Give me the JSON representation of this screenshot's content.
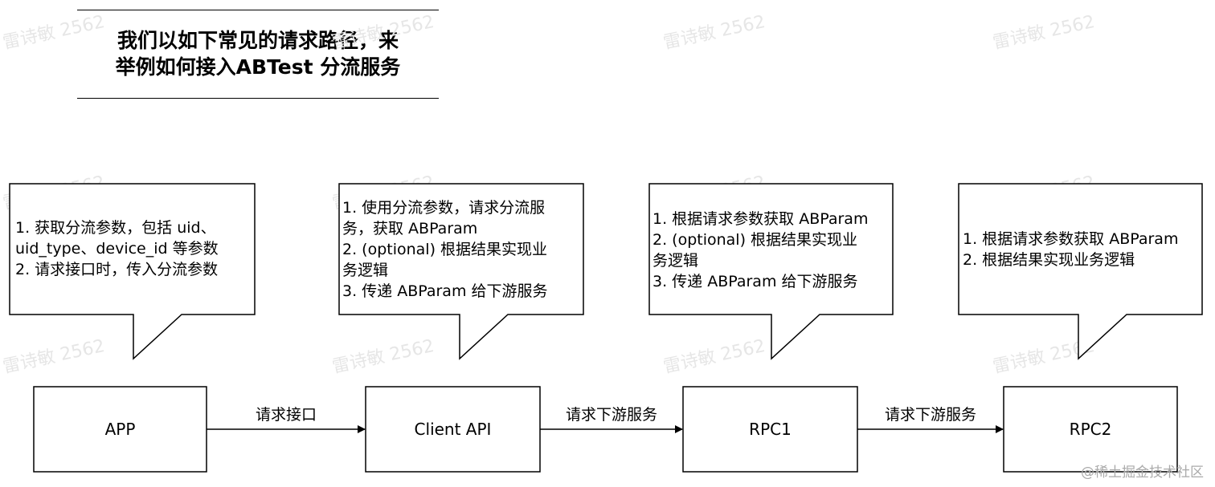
{
  "title": {
    "line1": "我们以如下常见的请求路径，来",
    "line2": "举例如何接入ABTest 分流服务"
  },
  "nodes": [
    {
      "id": "app",
      "label": "APP"
    },
    {
      "id": "client-api",
      "label": "Client API"
    },
    {
      "id": "rpc1",
      "label": "RPC1"
    },
    {
      "id": "rpc2",
      "label": "RPC2"
    }
  ],
  "edges": [
    {
      "from": "app",
      "to": "client-api",
      "label": "请求接口"
    },
    {
      "from": "client-api",
      "to": "rpc1",
      "label": "请求下游服务"
    },
    {
      "from": "rpc1",
      "to": "rpc2",
      "label": "请求下游服务"
    }
  ],
  "callouts": [
    {
      "node": "app",
      "lines": [
        "1. 获取分流参数，包括 uid、",
        "uid_type、device_id 等参数",
        "2. 请求接口时，传入分流参数"
      ]
    },
    {
      "node": "client-api",
      "lines": [
        "1. 使用分流参数，请求分流服",
        "务，获取 ABParam",
        "2. (optional)  根据结果实现业",
        "务逻辑",
        "3. 传递 ABParam 给下游服务"
      ]
    },
    {
      "node": "rpc1",
      "lines": [
        "1. 根据请求参数获取 ABParam",
        "2. (optional)  根据结果实现业",
        "务逻辑",
        "3. 传递 ABParam 给下游服务"
      ]
    },
    {
      "node": "rpc2",
      "lines": [
        "1. 根据请求参数获取 ABParam",
        "2. 根据结果实现业务逻辑"
      ]
    }
  ],
  "watermark": "雷诗敏 2562",
  "footer_watermark": "@稀土掘金技术社区",
  "colors": {
    "stroke": "#000000",
    "background": "#ffffff",
    "watermark": "#e6e6e6"
  }
}
